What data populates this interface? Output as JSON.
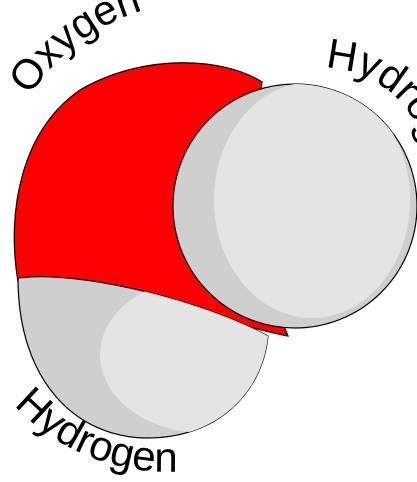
{
  "molecule": {
    "oxygen": {
      "label": "Oxygen",
      "color": "#ff0000",
      "outline": "#000000"
    },
    "hydrogen_right": {
      "label": "Hydrogen",
      "color": "#e4e4e4",
      "shade": "#cfcfcf",
      "outline": "#000000"
    },
    "hydrogen_bottom": {
      "label": "Hydrogen",
      "color": "#e4e4e4",
      "shade": "#cfcfcf",
      "outline": "#000000"
    }
  }
}
